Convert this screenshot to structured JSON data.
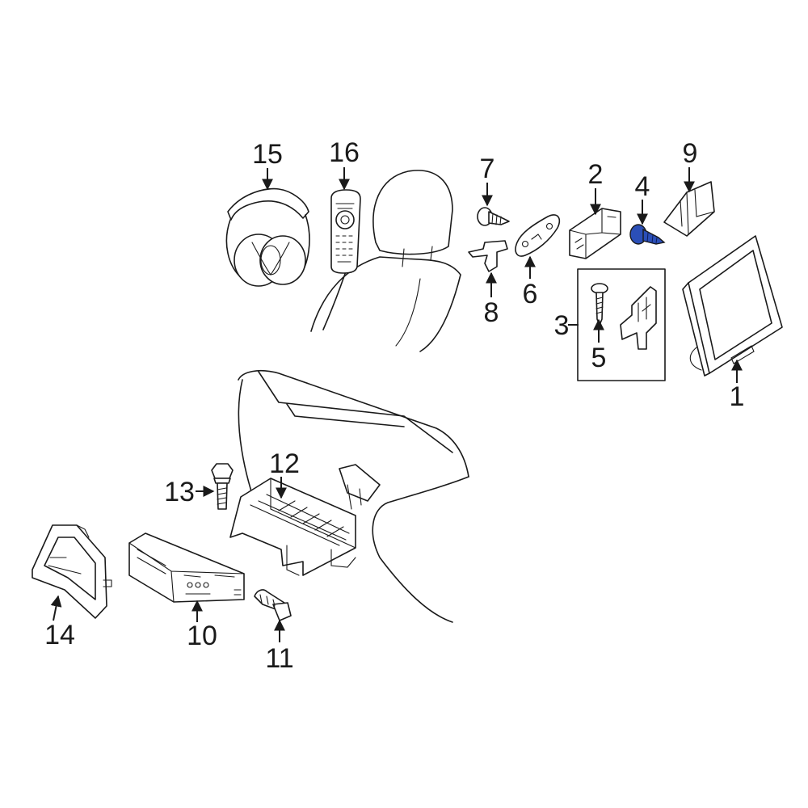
{
  "callouts": {
    "c1": "1",
    "c2": "2",
    "c3": "3",
    "c4": "4",
    "c5": "5",
    "c6": "6",
    "c7": "7",
    "c8": "8",
    "c9": "9",
    "c10": "10",
    "c11": "11",
    "c12": "12",
    "c13": "13",
    "c14": "14",
    "c15": "15",
    "c16": "16"
  },
  "colors": {
    "highlight_part": "#2b4fb8",
    "line": "#1a1a1a"
  },
  "icons": [
    "headphones-icon",
    "remote-control-icon",
    "monitor-icon",
    "screw-icon",
    "bracket-icon",
    "media-player-icon"
  ]
}
